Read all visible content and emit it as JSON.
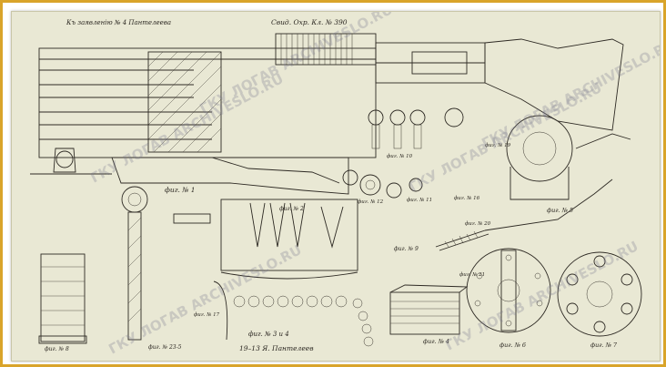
{
  "header": {
    "left_note": "Къ заявленію № 4 Пантелеева",
    "center_note": "Свид. Охр. Кл. № 390"
  },
  "figures": {
    "fig1": "фиг. № 1",
    "fig2": "фиг. № 2",
    "fig3": "фиг. № 3 и 4",
    "fig4": "фиг. № 4",
    "fig5": "фиг. № 5",
    "fig6": "фиг. № 6",
    "fig7": "фиг. № 7",
    "fig8": "фиг. № 8",
    "fig9": "фиг. № 9",
    "fig10": "фиг. № 10",
    "fig11": "фиг. № 11",
    "fig12": "фиг. № 12",
    "fig16": "фиг. № 16",
    "fig17": "фиг. № 17",
    "fig19": "фиг. № 19",
    "fig20": "фиг. № 20",
    "fig21": "фиг. № 21",
    "fig23": "фиг. № 23-5"
  },
  "signature": "19–13  Я. Пантелеев",
  "watermark": {
    "text": "ГКУ ЛОГАВ ARCHIVESLO.RU"
  },
  "colors": {
    "frame": "#d9a42a",
    "paper": "#e9e8d4",
    "ink": "#2e2a24"
  }
}
